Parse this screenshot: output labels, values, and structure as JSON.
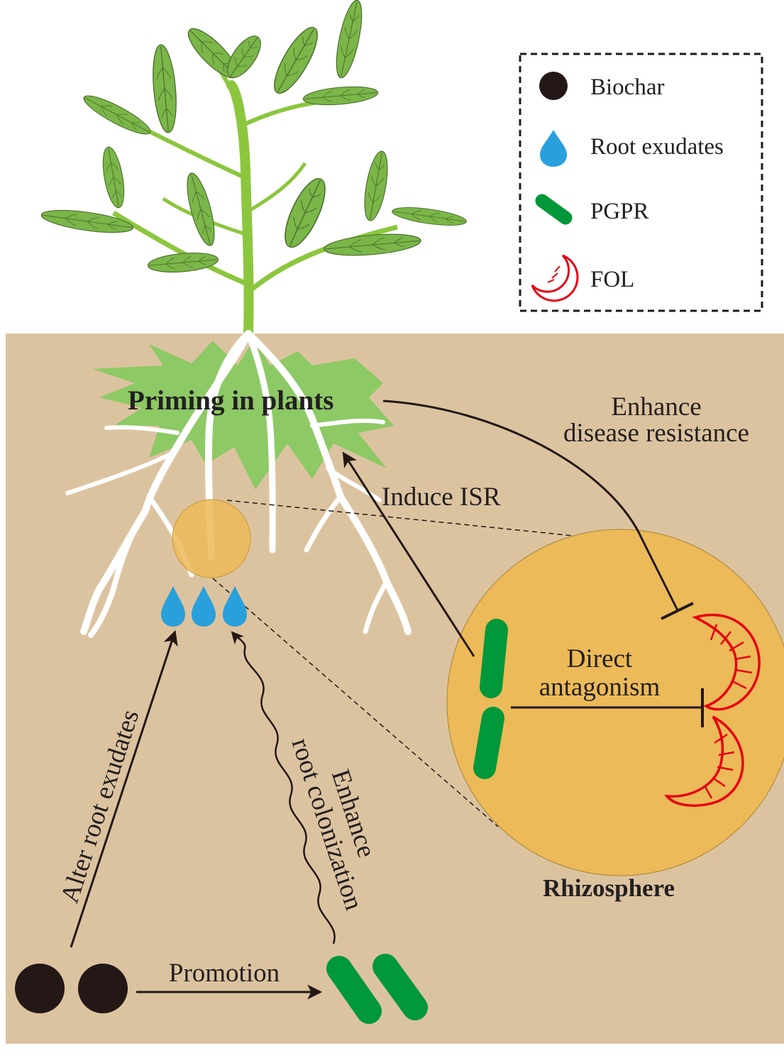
{
  "legend": {
    "items": [
      {
        "label": "Biochar",
        "icon": "biochar-icon"
      },
      {
        "label": "Root exudates",
        "icon": "root-exudate-drop-icon"
      },
      {
        "label": "PGPR",
        "icon": "pgpr-bacterium-icon"
      },
      {
        "label": "FOL",
        "icon": "fol-pathogen-icon"
      }
    ]
  },
  "labels": {
    "priming": "Priming in plants",
    "enhance_line1": "Enhance",
    "enhance_line2": "disease resistance",
    "induce_isr": "Induce ISR",
    "direct_line1": "Direct",
    "direct_line2": "antagonism",
    "rhizosphere": "Rhizosphere",
    "alter_root_exudates": "Alter root exudates",
    "enhance_col_line1": "Enhance",
    "enhance_col_line2": "root colonization",
    "promotion": "Promotion"
  },
  "colors": {
    "soil": "#dcc3a0",
    "rhizosphere": "#ecba58",
    "priming_burst": "#8dc965",
    "stem": "#8cc63e",
    "leaf": "#7ab648",
    "leaf_edge": "#4d6e2e",
    "root": "#ffffff",
    "biochar": "#231815",
    "exudate": "#29a0dc",
    "pgpr": "#00983a",
    "fol": "#e60012",
    "arrow": "#231815"
  }
}
